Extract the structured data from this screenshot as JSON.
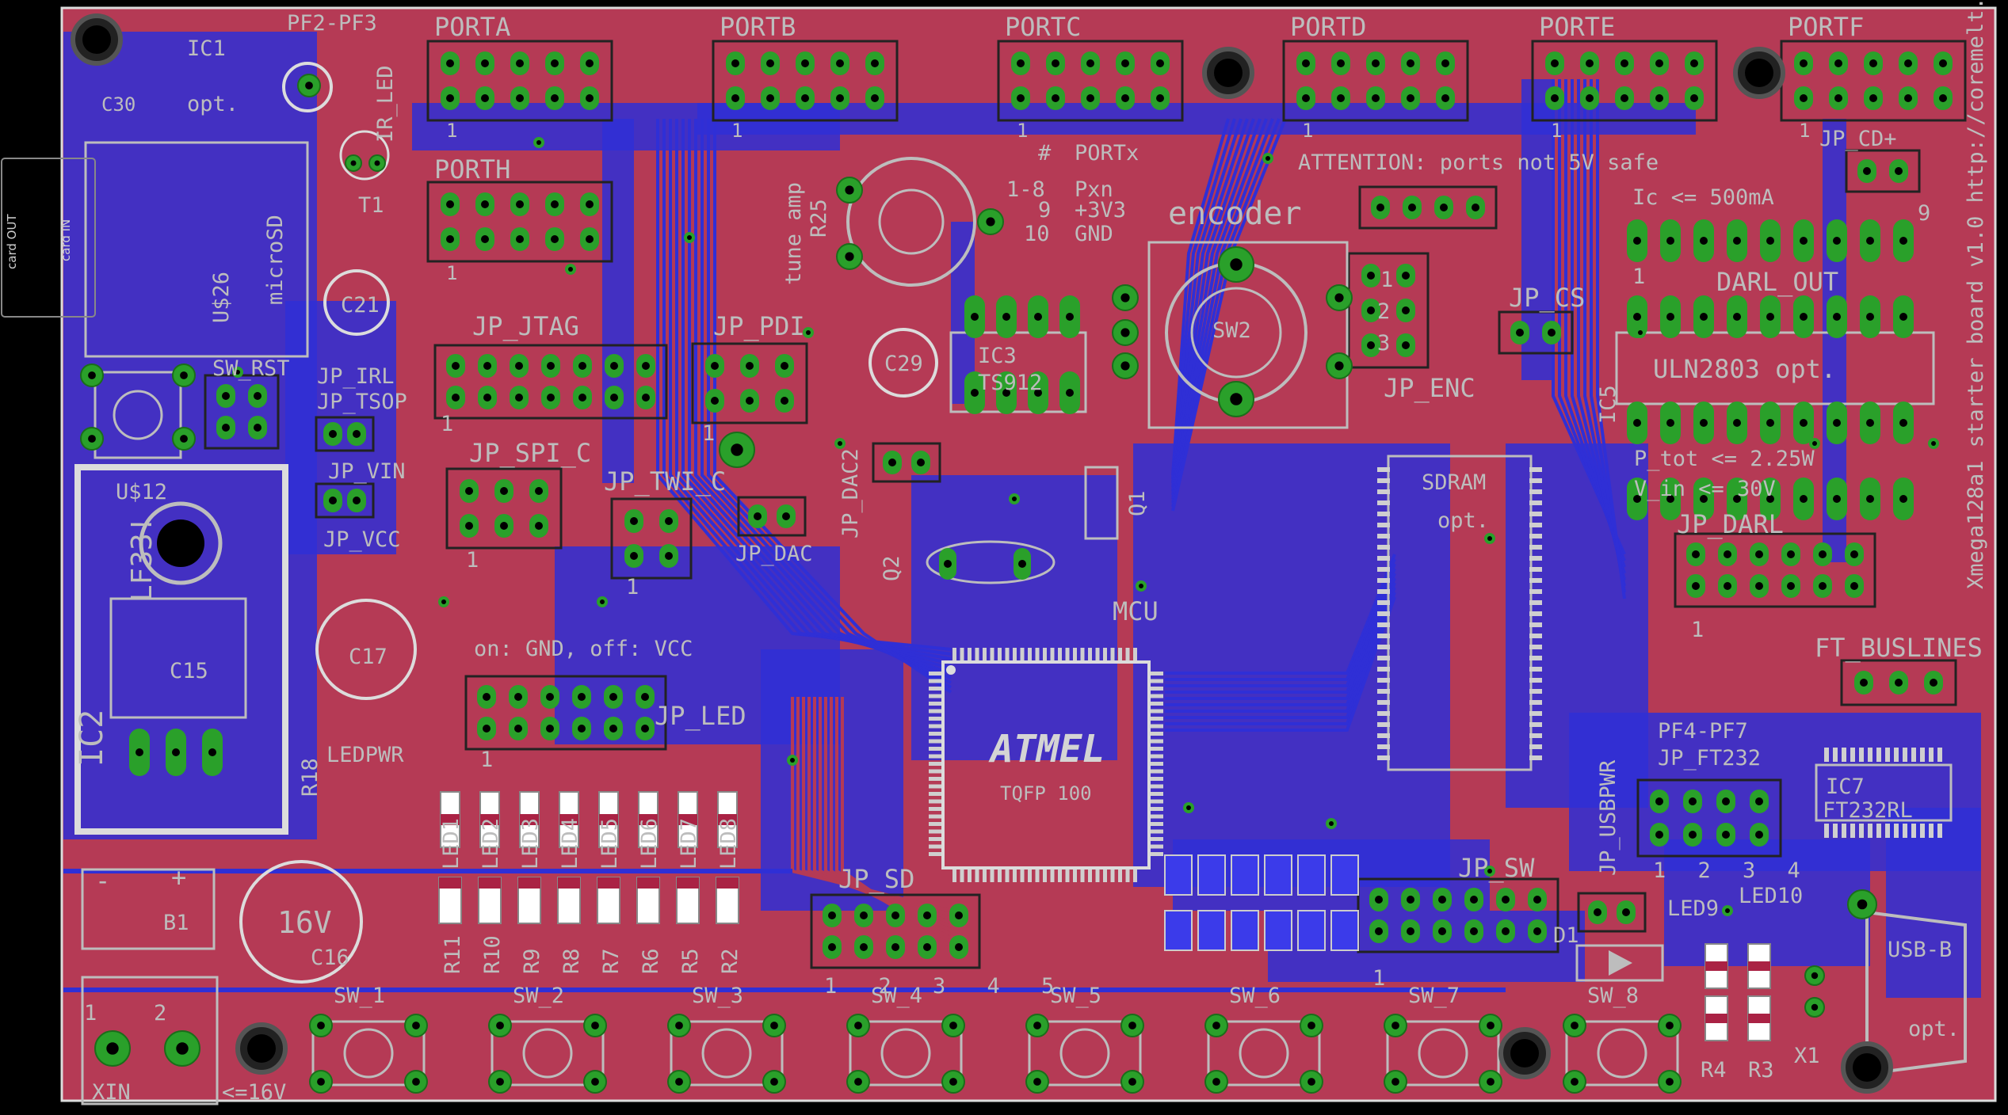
{
  "colors": {
    "board": "#b53a55",
    "bottom_copper": "#2f2fd6",
    "pad": "#2aa02a",
    "silk": "#bdbdbd",
    "outline": "#dcdcdc",
    "background": "#000000"
  },
  "ports": [
    "PORTA",
    "PORTB",
    "PORTC",
    "PORTD",
    "PORTE",
    "PORTF"
  ],
  "labels": {
    "pf2_pf3": "PF2-PF3",
    "ic1": "IC1",
    "opt1": "opt.",
    "c30": "C30",
    "ir_led": "IR_LED",
    "porth": "PORTH",
    "t1": "T1",
    "c21": "C21",
    "microsd": "microSD",
    "u26": "U$26",
    "card_out": "card OUT",
    "card_in": "card IN",
    "tune_amp": "tune amp",
    "r25": "R25",
    "portx_table_hash": "#",
    "portx_table_head": "PORTx",
    "portx_row1a": "1-8",
    "portx_row1b": "Pxn",
    "portx_row2a": "9",
    "portx_row2b": "+3V3",
    "portx_row3a": "10",
    "portx_row3b": "GND",
    "encoder": "encoder",
    "attention": "ATTENTION: ports not 5V safe",
    "jp_cd": "JP_CD+",
    "ic_limit": "Ic <= 500mA",
    "darl_out": "DARL_OUT",
    "jp_jtag": "JP_JTAG",
    "jp_pdi": "JP_PDI",
    "c29": "C29",
    "ic3": "IC3",
    "ts912": "TS912",
    "sw2": "SW2",
    "jp_enc": "JP_ENC",
    "jp_cs": "JP_CS",
    "uln2803": "ULN2803 opt.",
    "ic5": "IC5",
    "sw_rst": "SW_RST",
    "jp_irl": "JP_IRL",
    "jp_tsop": "JP_TSOP",
    "jp_spi_c": "JP_SPI_C",
    "jp_vin": "JP_VIN",
    "jp_vcc": "JP_VCC",
    "u12": "U$12",
    "jp_twi_c": "JP_TWI_C",
    "jp_dac": "JP_DAC",
    "jp_dac2": "JP_DAC2",
    "q2": "Q2",
    "q1": "Q1",
    "sdram": "SDRAM",
    "sdram_opt": "opt.",
    "p_tot": "P_tot <= 2.25W",
    "v_in": "V_in <= 30V",
    "jp_darl": "JP_DARL",
    "side_text": "Xmega128a1 starter board v1.0   http://coremelt.net",
    "lf33": "LF33!",
    "c15": "C15",
    "c17": "C17",
    "ic2": "IC2",
    "led_hint": "on: GND, off: VCC",
    "jp_led": "JP_LED",
    "mcu": "MCU",
    "atmel": "ATMEL",
    "tqfp": "TQFP 100",
    "ft_buslines": "FT_BUSLINES",
    "pf4_pf7": "PF4-PF7",
    "jp_ft232": "JP_FT232",
    "ic7": "IC7",
    "ft232rl": "FT232RL",
    "jp_usbpwr": "JP_USBPWR",
    "ledpwr": "LEDPWR",
    "r18": "R18",
    "jp_sd": "JP_SD",
    "jp_sw": "JP_SW",
    "led9": "LED9",
    "led10": "LED10",
    "d1": "D1",
    "usb_b": "USB-B",
    "usb_opt": "opt.",
    "b1": "B1",
    "c16": "C16",
    "c16_val": "16V",
    "xin": "XIN",
    "xin_limit": "<=16V",
    "x1": "X1",
    "r4": "R4",
    "r3": "R3",
    "pin1": "1",
    "pin2": "2",
    "pin3": "3",
    "pin9": "9",
    "sd_pins": "1 2 3 4 5",
    "ft_pins": "1 2 3 4",
    "sw_pins": "1",
    "b1_minus": "-",
    "b1_plus": "+"
  },
  "leds": [
    "LED1",
    "LED2",
    "LED3",
    "LED4",
    "LED5",
    "LED6",
    "LED7",
    "LED8"
  ],
  "led_resistors": [
    "R11",
    "R10",
    "R9",
    "R8",
    "R7",
    "R6",
    "R5",
    "R2"
  ],
  "switches": [
    "SW_1",
    "SW_2",
    "SW_3",
    "SW_4",
    "SW_5",
    "SW_6",
    "SW_7",
    "SW_8"
  ]
}
